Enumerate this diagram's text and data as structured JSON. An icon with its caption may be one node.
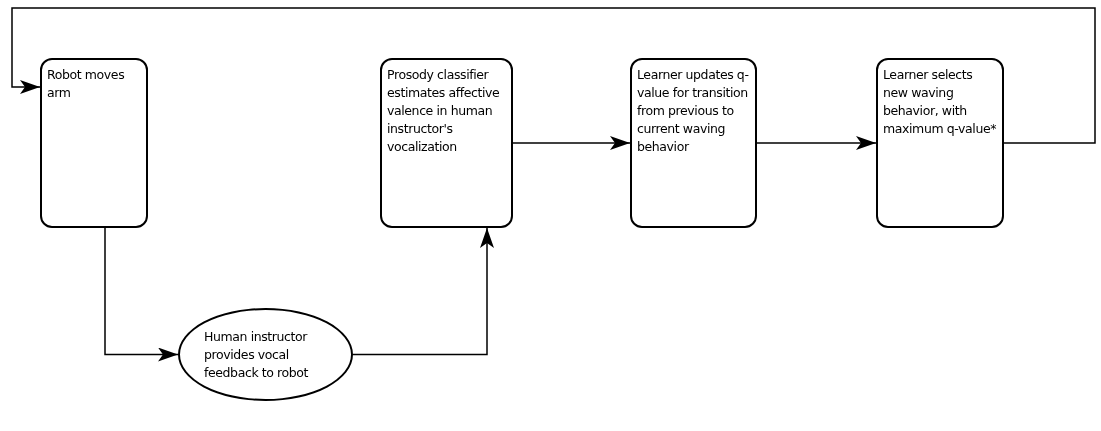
{
  "diagram": {
    "nodes": [
      {
        "text": [
          "Robot moves arm"
        ]
      },
      {
        "text": [
          "Prosody classifier estimates affective valence in human instructor's vocalization"
        ]
      },
      {
        "text": [
          "Learner updates q-value for transition from previous to current waving behavior"
        ]
      },
      {
        "text": [
          "Learner selects new waving behavior, with maximum q-value*"
        ]
      },
      {
        "text": [
          "Human instructor provides vocal feedback to robot"
        ]
      }
    ],
    "edges": [
      {
        "from": 3,
        "to": 0,
        "arrow": "to"
      },
      {
        "from": 0,
        "to": 4,
        "arrow": "to"
      },
      {
        "from": 4,
        "to": 1,
        "arrow": "to"
      },
      {
        "from": 1,
        "to": 2,
        "arrow": "to"
      },
      {
        "from": 2,
        "to": 3,
        "arrow": "to"
      }
    ]
  }
}
